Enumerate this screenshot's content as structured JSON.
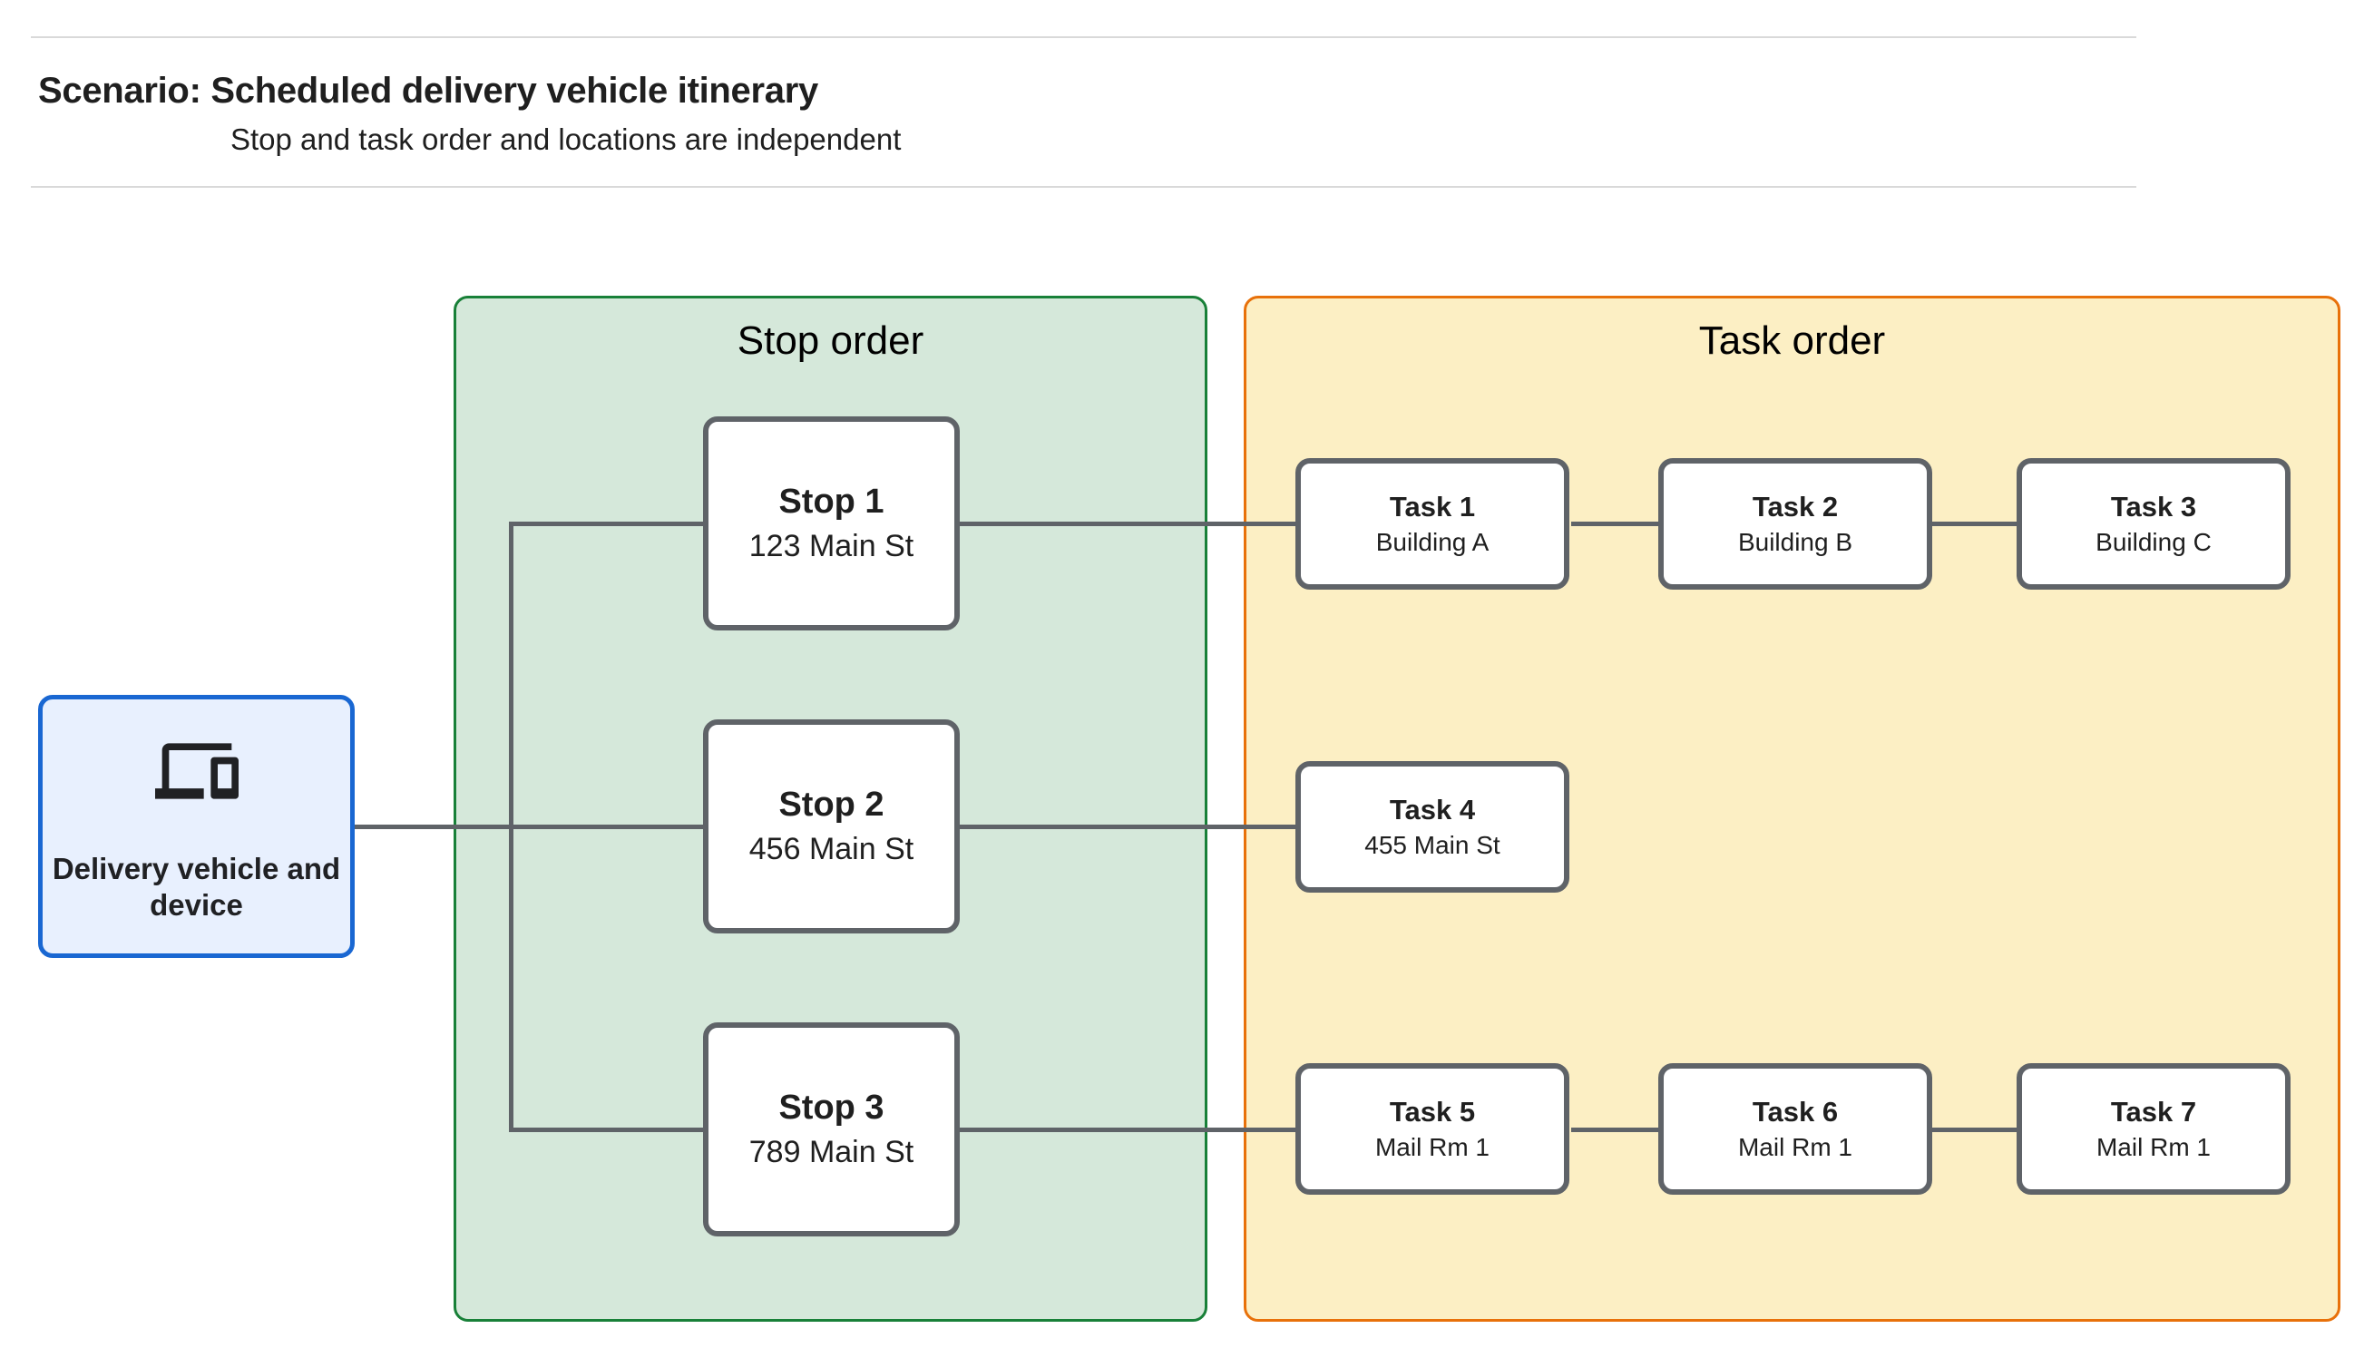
{
  "header": {
    "title": "Scenario: Scheduled delivery vehicle itinerary",
    "subtitle": "Stop and task order and locations are independent"
  },
  "vehicle": {
    "label": "Delivery vehicle and device",
    "icon": "devices-icon"
  },
  "panels": {
    "stop": {
      "title": "Stop order",
      "fill": "#d5e8da",
      "border": "#188038"
    },
    "task": {
      "title": "Task order",
      "fill": "#fcefc4",
      "border": "#e8710a"
    }
  },
  "stops": [
    {
      "title": "Stop 1",
      "subtitle": "123 Main St"
    },
    {
      "title": "Stop 2",
      "subtitle": "456 Main St"
    },
    {
      "title": "Stop 3",
      "subtitle": "789 Main St"
    }
  ],
  "tasks": [
    {
      "title": "Task 1",
      "subtitle": "Building A"
    },
    {
      "title": "Task 2",
      "subtitle": "Building B"
    },
    {
      "title": "Task 3",
      "subtitle": "Building C"
    },
    {
      "title": "Task 4",
      "subtitle": "455 Main St"
    },
    {
      "title": "Task 5",
      "subtitle": "Mail Rm 1"
    },
    {
      "title": "Task 6",
      "subtitle": "Mail Rm 1"
    },
    {
      "title": "Task 7",
      "subtitle": "Mail Rm 1"
    }
  ],
  "colors": {
    "vehicle_fill": "#e8f0fe",
    "vehicle_border": "#1967d2",
    "stop_panel_fill": "#d5e8da",
    "stop_panel_border": "#188038",
    "task_panel_fill": "#fcefc4",
    "task_panel_border": "#e8710a",
    "node_border": "#5f6368",
    "connector": "#5f6368",
    "divider": "#d9d9d9"
  }
}
